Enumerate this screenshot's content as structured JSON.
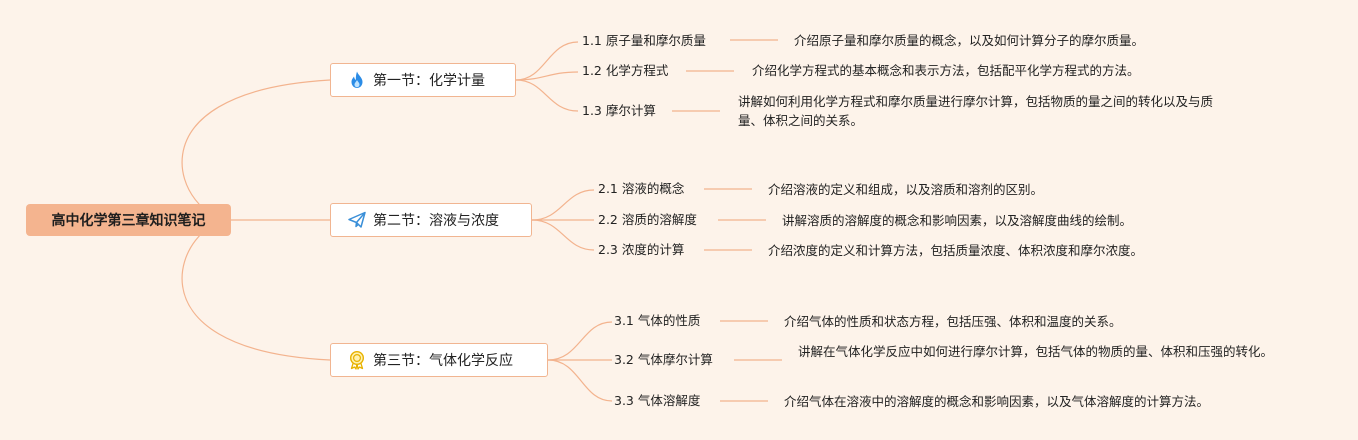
{
  "root": {
    "title": "高中化学第三章知识笔记"
  },
  "colors": {
    "line": "#f3b38e",
    "root_fill": "#f4b48f",
    "section_border": "#f1b591",
    "background": "#fdf3ea"
  },
  "sections": [
    {
      "title": "第一节：化学计量",
      "icon": "flame-icon",
      "topics": [
        {
          "label": "1.1 原子量和摩尔质量",
          "desc": "介绍原子量和摩尔质量的概念，以及如何计算分子的摩尔质量。"
        },
        {
          "label": "1.2 化学方程式",
          "desc": "介绍化学方程式的基本概念和表示方法，包括配平化学方程式的方法。"
        },
        {
          "label": "1.3 摩尔计算",
          "desc": "讲解如何利用化学方程式和摩尔质量进行摩尔计算，包括物质的量之间的转化以及与质量、体积之间的关系。"
        }
      ]
    },
    {
      "title": "第二节：溶液与浓度",
      "icon": "paper-plane-icon",
      "topics": [
        {
          "label": "2.1 溶液的概念",
          "desc": "介绍溶液的定义和组成，以及溶质和溶剂的区别。"
        },
        {
          "label": "2.2 溶质的溶解度",
          "desc": "讲解溶质的溶解度的概念和影响因素，以及溶解度曲线的绘制。"
        },
        {
          "label": "2.3 浓度的计算",
          "desc": "介绍浓度的定义和计算方法，包括质量浓度、体积浓度和摩尔浓度。"
        }
      ]
    },
    {
      "title": "第三节：气体化学反应",
      "icon": "award-ribbon-icon",
      "topics": [
        {
          "label": "3.1 气体的性质",
          "desc": "介绍气体的性质和状态方程，包括压强、体积和温度的关系。"
        },
        {
          "label": "3.2 气体摩尔计算",
          "desc": "讲解在气体化学反应中如何进行摩尔计算，包括气体的物质的量、体积和压强的转化。"
        },
        {
          "label": "3.3 气体溶解度",
          "desc": "介绍气体在溶液中的溶解度的概念和影响因素，以及气体溶解度的计算方法。"
        }
      ]
    }
  ]
}
